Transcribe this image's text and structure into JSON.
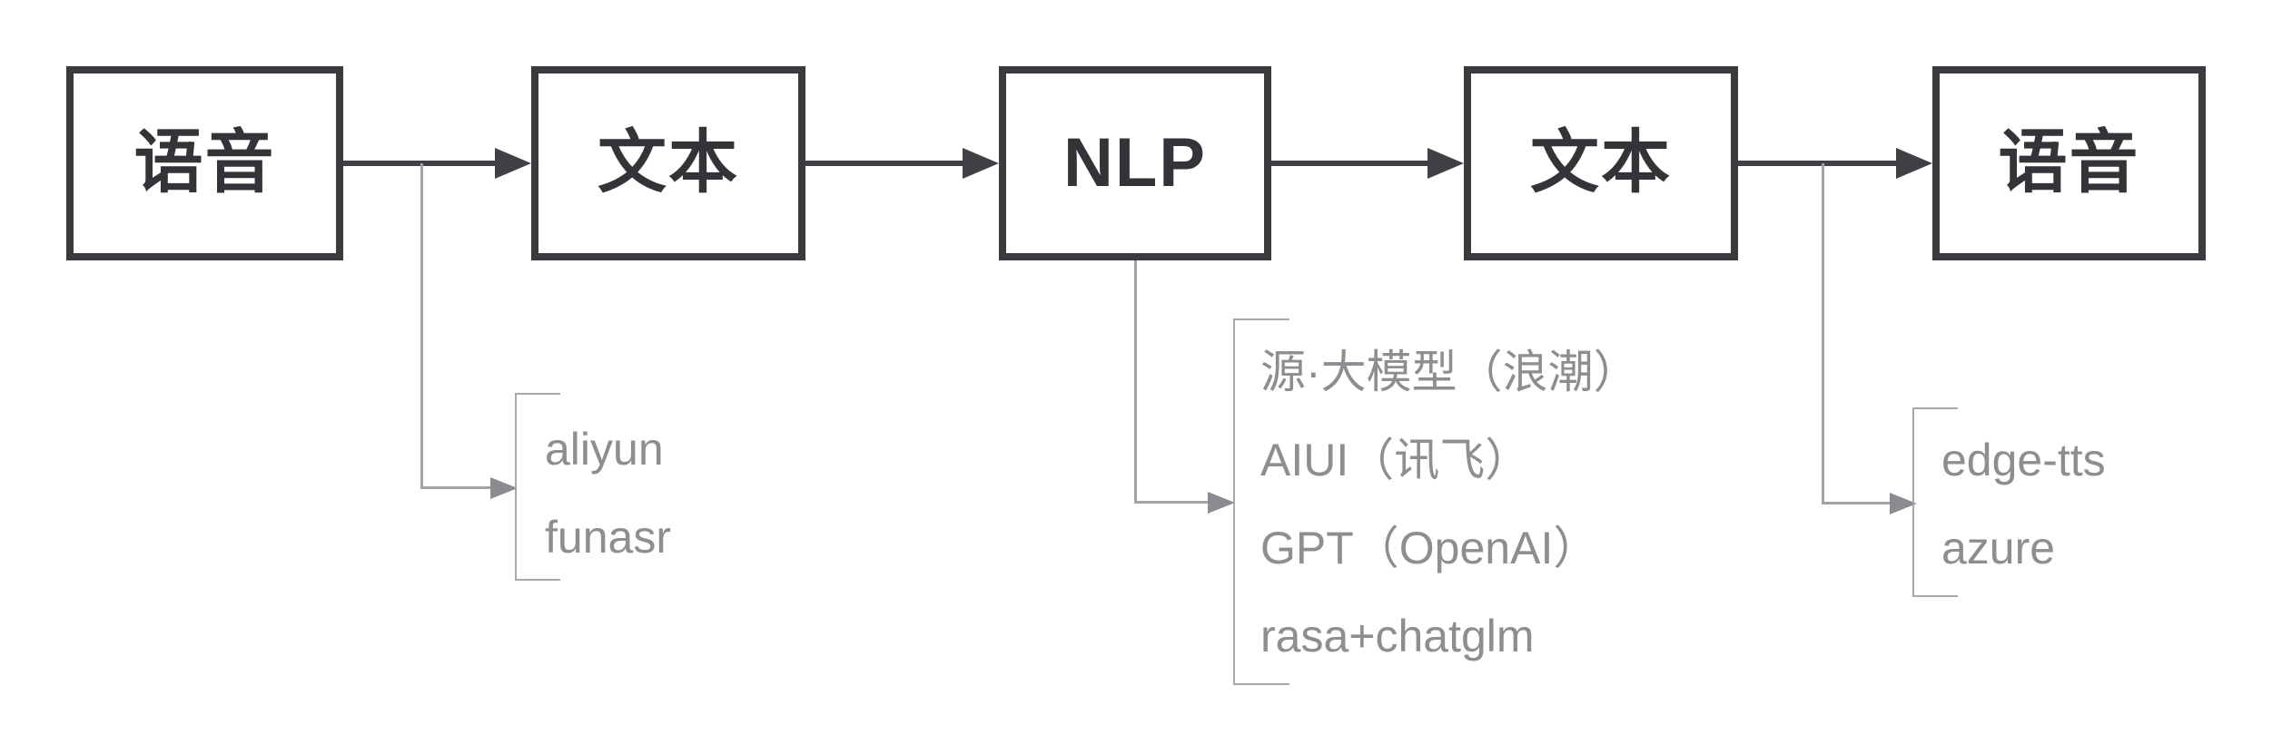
{
  "diagram_title": "voice-assistant-pipeline",
  "nodes": [
    {
      "label": "语音"
    },
    {
      "label": "文本"
    },
    {
      "label": "NLP"
    },
    {
      "label": "文本"
    },
    {
      "label": "语音"
    }
  ],
  "groups": {
    "asr": {
      "items": [
        "aliyun",
        "funasr"
      ]
    },
    "nlp": {
      "items": [
        "源·大模型（浪潮）",
        "AIUI（讯飞）",
        "GPT（OpenAI）",
        "rasa+chatglm"
      ]
    },
    "tts": {
      "items": [
        "edge-tts",
        "azure"
      ]
    }
  },
  "colors": {
    "ink": "#3a3a3f",
    "label": "#333338",
    "arrow": "#404045",
    "connector": "#a2a2a6",
    "connector_head": "#8c8c90",
    "bracket": "#a8a8ac",
    "annotation": "#8e8e92",
    "box_fill": "#ffffff",
    "background": "#ffffff"
  }
}
